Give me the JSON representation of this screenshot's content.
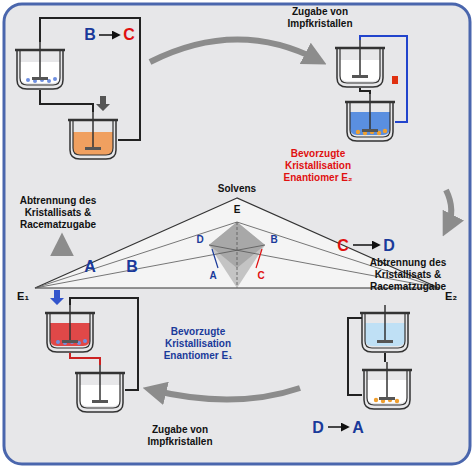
{
  "diagram": {
    "labels": [
      "B",
      "C",
      "Zugabe von Impfkristallen",
      "Solvens",
      "E",
      "D",
      "B",
      "A",
      "C",
      "E₁",
      "E₂",
      "Bevorzugte Kristallisation Enantiomer E₂",
      "C",
      "D",
      "Abtrennung des Kristallisats & Racematzugabe",
      "D",
      "A",
      "Bevorzugte Kristallisation Enantiomer E₁",
      "Zugabe von Impfkristallen",
      "A",
      "B",
      "Abtrennung des Kristallisats & Racematzugabe"
    ]
  }
}
